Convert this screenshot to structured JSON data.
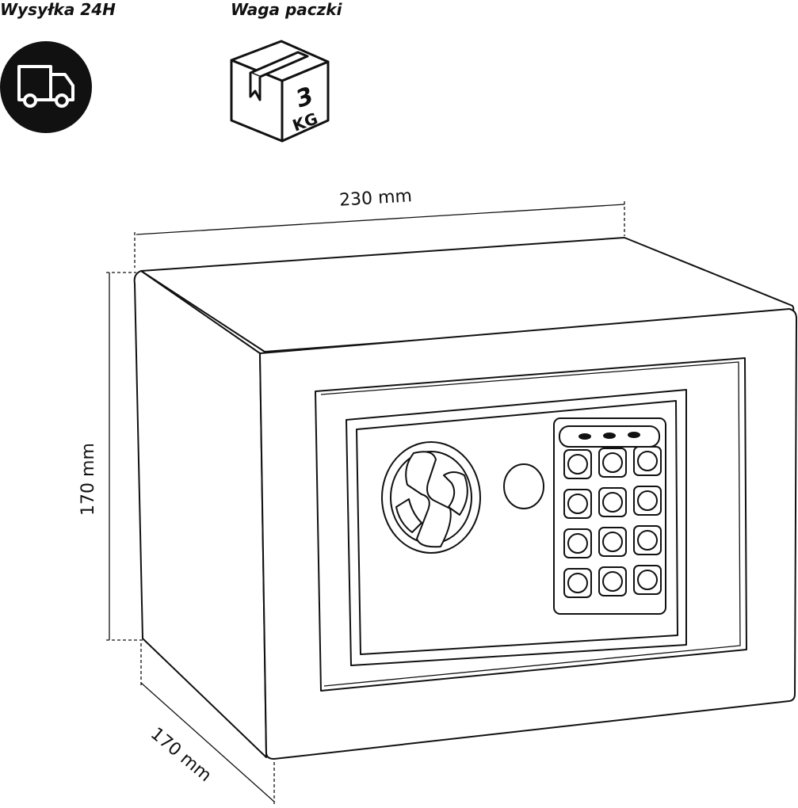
{
  "badges": {
    "shipping": {
      "label": "Wysyłka 24H",
      "icon": "truck-icon"
    },
    "weight": {
      "label": "Waga paczki",
      "icon": "package-weight-icon",
      "value": "3",
      "unit": "KG"
    }
  },
  "dimensions": {
    "width": "230 mm",
    "height": "170 mm",
    "depth": "170 mm"
  },
  "product": {
    "icon": "safe-icon",
    "keypad_keys": 12,
    "indicator_lights": 3
  }
}
